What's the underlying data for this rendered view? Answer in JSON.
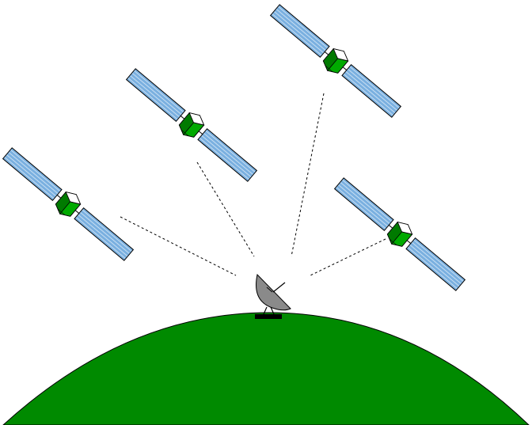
{
  "diagram": {
    "colors": {
      "background": "#ffffff",
      "earth": "#008a00",
      "satellite_body": "#00aa00",
      "satellite_body_dark": "#007a00",
      "solar_panel": "#7ab0e0",
      "solar_panel_stripe": "#ffffff",
      "dish": "#8a8a8a",
      "dish_base": "#000000",
      "outline": "#000000",
      "signal_line": "#000000"
    },
    "elements": {
      "earth": {
        "icon": "earth-surface"
      },
      "ground_station": {
        "icon": "satellite-dish-icon"
      },
      "satellites": [
        {
          "id": "satellite-1",
          "icon": "satellite-icon"
        },
        {
          "id": "satellite-2",
          "icon": "satellite-icon"
        },
        {
          "id": "satellite-3",
          "icon": "satellite-icon"
        },
        {
          "id": "satellite-4",
          "icon": "satellite-icon"
        }
      ],
      "signal_links": [
        {
          "from": "satellite-1",
          "to": "ground-station"
        },
        {
          "from": "satellite-2",
          "to": "ground-station"
        },
        {
          "from": "satellite-3",
          "to": "ground-station"
        },
        {
          "from": "satellite-4",
          "to": "ground-station"
        }
      ]
    }
  }
}
